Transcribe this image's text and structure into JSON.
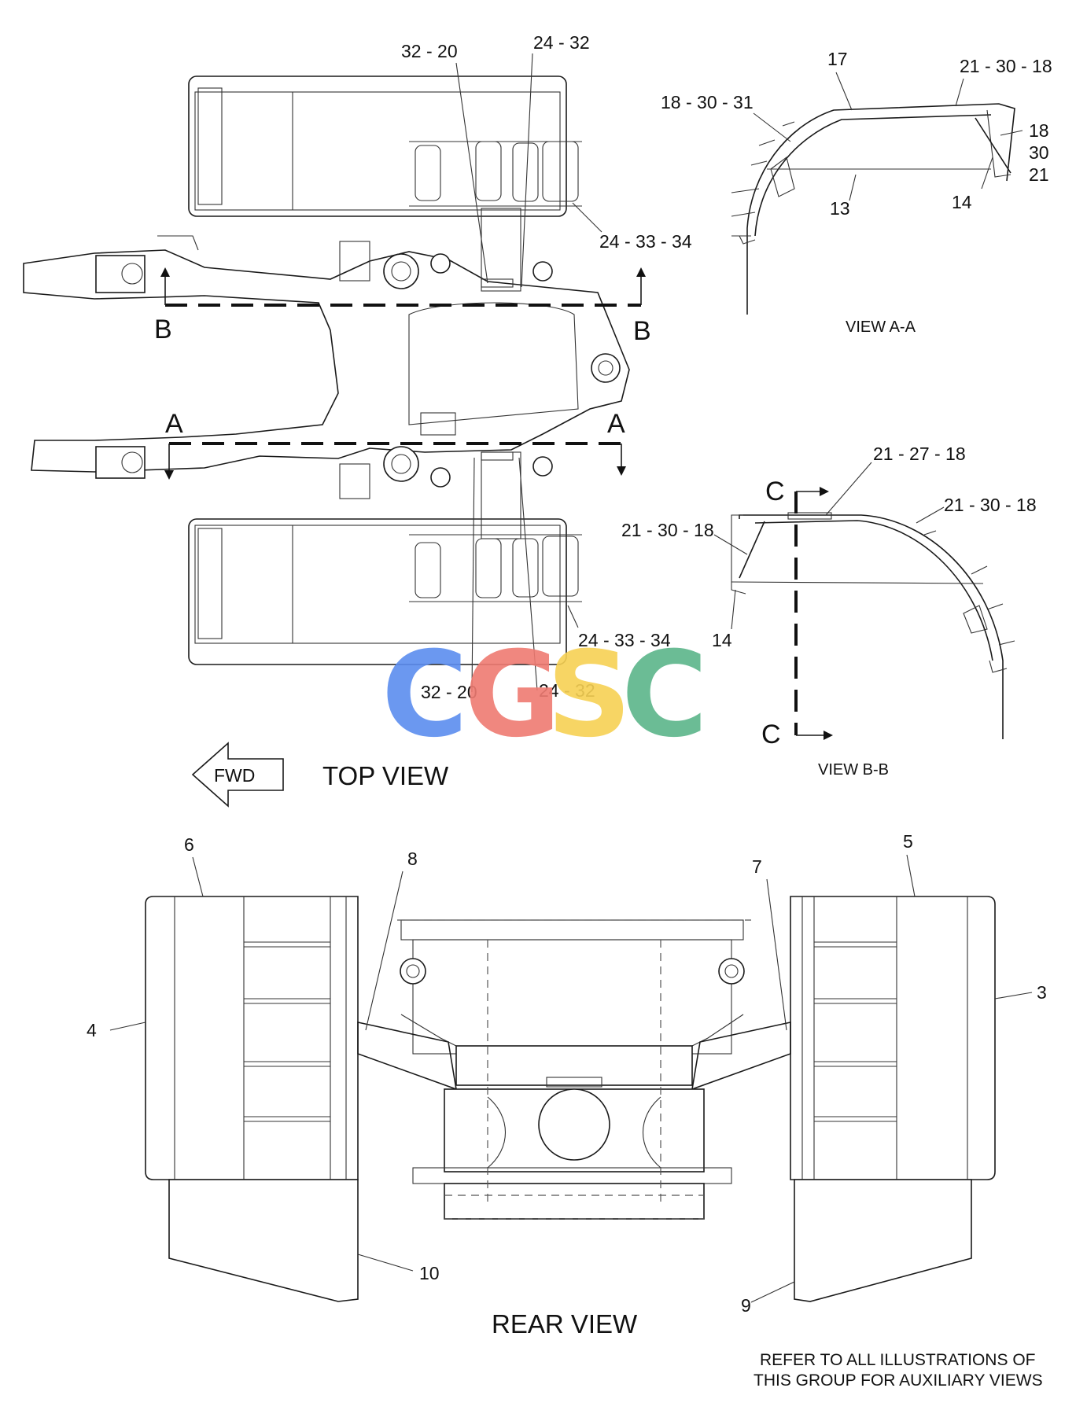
{
  "top_view": {
    "title": "TOP VIEW",
    "fwd": "FWD",
    "labels": {
      "l_32_20_top": "32 - 20",
      "l_24_32_top": "24 - 32",
      "l_24_33_34_top": "24 - 33 - 34",
      "l_24_33_34_bot": "24 - 33 - 34",
      "l_32_20_bot": "32 - 20",
      "l_24_32_bot": "24 - 32"
    },
    "section_b_left": "B",
    "section_b_right": "B",
    "section_a_left": "A",
    "section_a_right": "A"
  },
  "view_aa": {
    "title": "VIEW A-A",
    "labels": {
      "l_17": "17",
      "l_21_30_18": "21 - 30 - 18",
      "l_18_30_31": "18 - 30 - 31",
      "l_18": "18",
      "l_30": "30",
      "l_21": "21",
      "l_13": "13",
      "l_14": "14"
    }
  },
  "view_bb": {
    "title": "VIEW B-B",
    "labels": {
      "l_21_27_18": "21 - 27 - 18",
      "l_21_30_18_right": "21 - 30 - 18",
      "l_21_30_18_left": "21 - 30 - 18",
      "l_14": "14"
    },
    "section_c_top": "C",
    "section_c_bottom": "C"
  },
  "rear_view": {
    "title": "REAR VIEW",
    "labels": {
      "l_6": "6",
      "l_8": "8",
      "l_7": "7",
      "l_5": "5",
      "l_4": "4",
      "l_3": "3",
      "l_10": "10",
      "l_9": "9"
    }
  },
  "note": {
    "line1": "REFER TO ALL ILLUSTRATIONS OF",
    "line2": "THIS GROUP FOR AUXILIARY VIEWS"
  },
  "watermark": {
    "letters": [
      "C",
      "G",
      "S",
      "C"
    ],
    "colors": [
      "#5b8def",
      "#ef7b72",
      "#f7d154",
      "#5cb58a"
    ]
  }
}
